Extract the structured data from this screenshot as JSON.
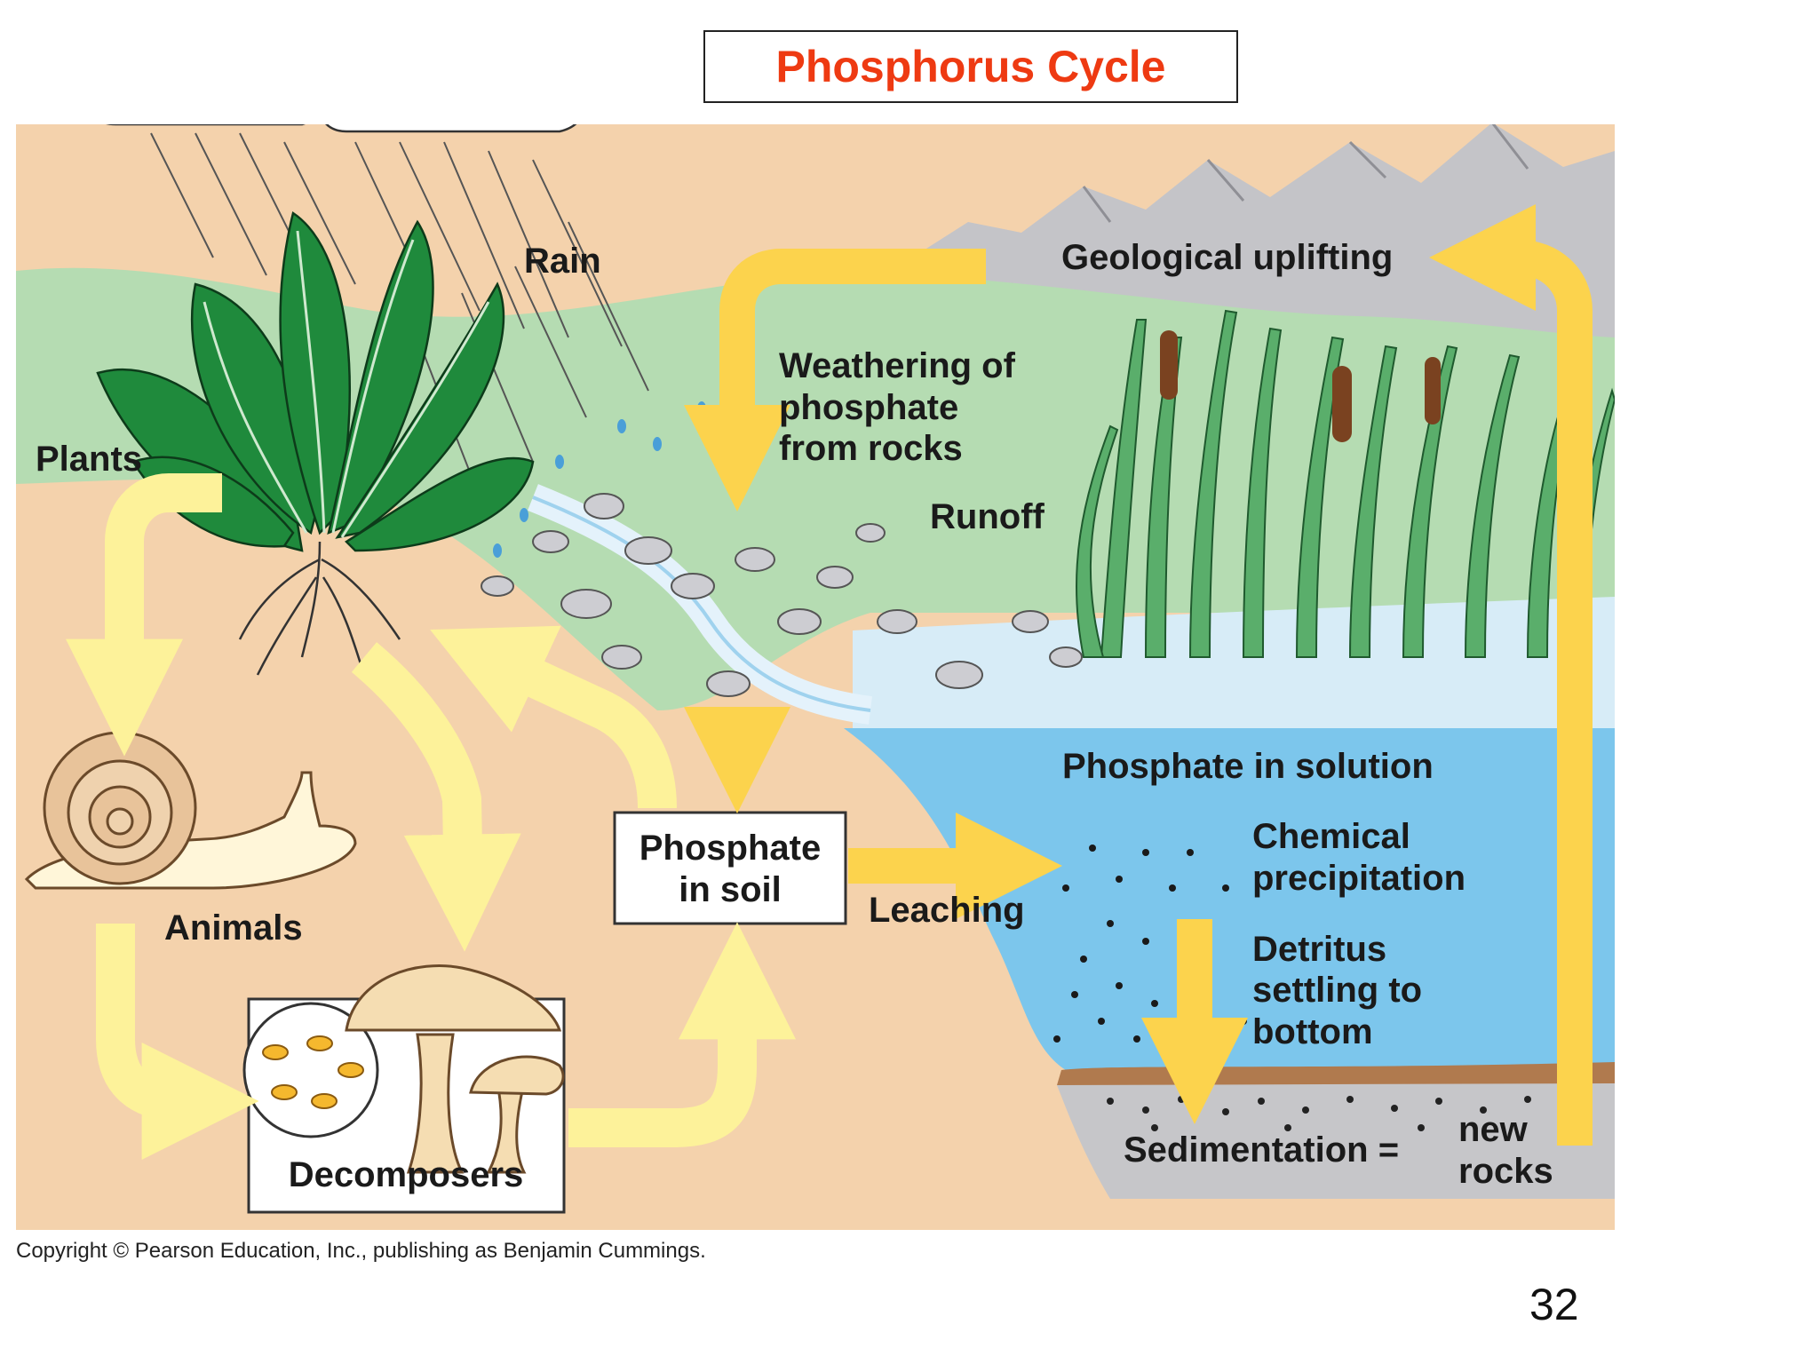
{
  "title": "Phosphorus Cycle",
  "labels": {
    "rain": "Rain",
    "plants": "Plants",
    "geological_uplifting": "Geological uplifting",
    "weathering": [
      "Weathering of",
      "phosphate",
      "from rocks"
    ],
    "runoff": "Runoff",
    "phosphate_in_soil": [
      "Phosphate",
      "in soil"
    ],
    "leaching": "Leaching",
    "phosphate_in_solution": "Phosphate in solution",
    "chemical_precipitation": [
      "Chemical",
      "precipitation"
    ],
    "detritus": [
      "Detritus",
      "settling to",
      "bottom"
    ],
    "sedimentation": "Sedimentation =",
    "new_rocks": [
      "new",
      "rocks"
    ],
    "animals": "Animals",
    "decomposers": "Decomposers"
  },
  "copyright": "Copyright © Pearson Education, Inc., publishing as Benjamin Cummings.",
  "page_number": "32",
  "colors": {
    "title": "#ee3a12",
    "arrow_gold": "#fcd34d",
    "arrow_pale": "#fdf29a",
    "soil": "#f4d2ac",
    "hill": "#b5dcb2",
    "water": "#7cc6ec",
    "mountain": "#c4c4c8",
    "leaf": "#1f8a3c"
  }
}
